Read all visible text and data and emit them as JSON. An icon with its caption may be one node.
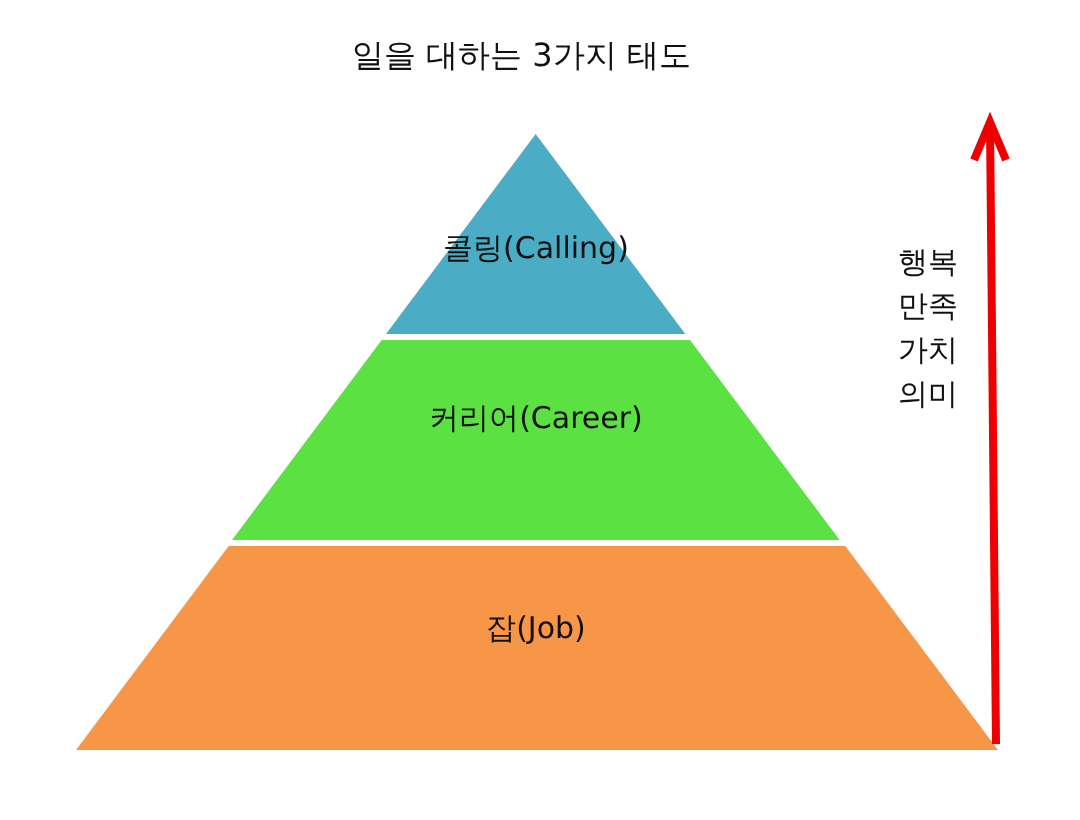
{
  "diagram": {
    "title": "일을 대하는 3가지 태도",
    "nodes": [
      {
        "text": [
          "콜링(Calling)"
        ]
      },
      {
        "text": [
          "커리어(Career)"
        ]
      },
      {
        "text": [
          "잡(Job)"
        ]
      }
    ],
    "labels": [
      "행복",
      "만족",
      "가치",
      "의미"
    ]
  }
}
